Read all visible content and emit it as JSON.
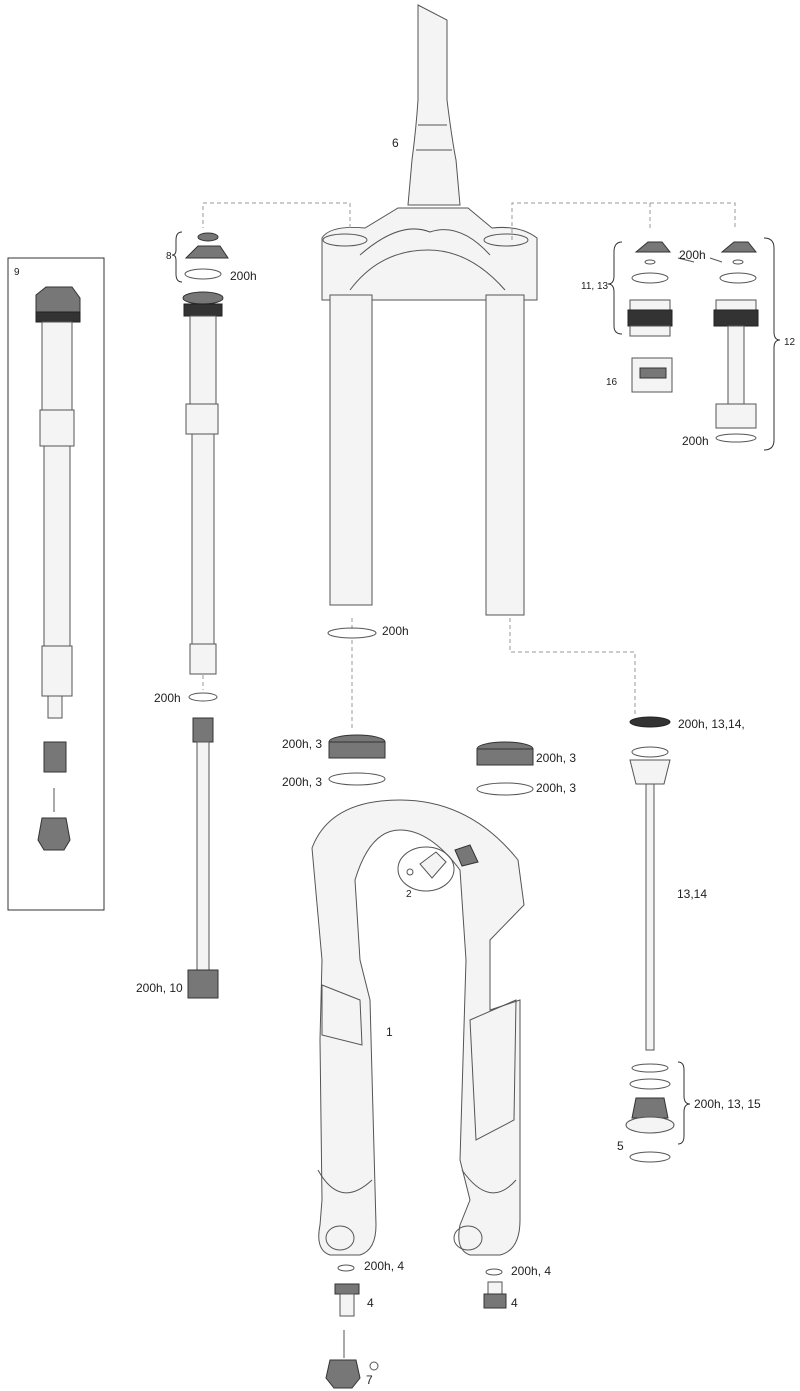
{
  "callouts": {
    "c6": "6",
    "c8": "8",
    "c8_seal": "200h",
    "c9": "9",
    "c11_13": "11, 13",
    "c11_seal": "200h",
    "c12": "12",
    "c16": "16",
    "c12_seal": "200h",
    "c_ring": "200h",
    "c_damper_seal": "200h",
    "c_left_wiper": "200h, 3",
    "c_left_foam": "200h, 3",
    "c_right_wiper": "200h, 3",
    "c_right_foam": "200h, 3",
    "c_air_top": "200h, 13,14,",
    "c2": "2",
    "c13_14": "13,14",
    "c1": "1",
    "c_damper_bottom": "200h, 10",
    "c_air_bottom": "200h, 13, 15",
    "c5": "5",
    "c_left_washer": "200h, 4",
    "c_left_bolt": "4",
    "c_right_washer": "200h, 4",
    "c_right_bolt": "4",
    "c7": "7"
  }
}
